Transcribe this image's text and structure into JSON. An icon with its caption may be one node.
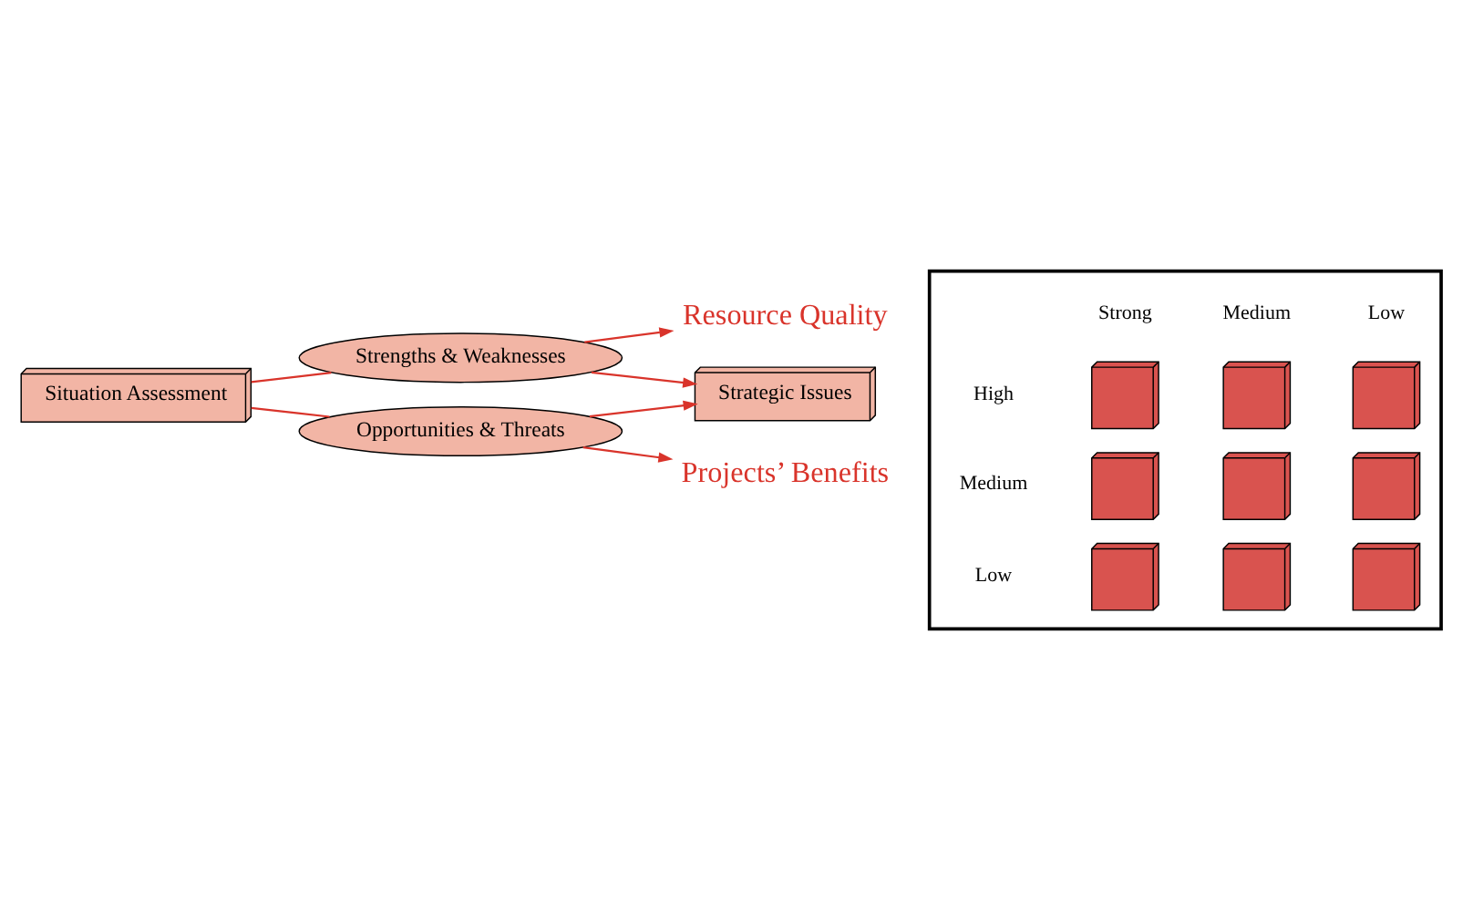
{
  "diagram": {
    "nodes": [
      {
        "text": [
          "Situation Assessment"
        ]
      },
      {
        "text": [
          "Strengths & Weaknesses"
        ]
      },
      {
        "text": [
          "Strategic Issues"
        ]
      },
      {
        "text": [
          "Opportunities & Threats"
        ]
      },
      {
        "text": [
          "Resource Quality"
        ]
      },
      {
        "text": [
          "Projects’ Benefits"
        ]
      },
      {
        "text": [],
        "shape": "box"
      },
      {
        "text": [],
        "shape": "box",
        "in": 6
      },
      {
        "text": [],
        "shape": "box",
        "in": 6
      },
      {
        "text": [],
        "shape": "box",
        "in": 6
      },
      {
        "text": [],
        "shape": "box",
        "in": 6
      },
      {
        "text": [],
        "shape": "box",
        "in": 6
      },
      {
        "text": [],
        "shape": "box",
        "in": 6
      },
      {
        "text": [],
        "shape": "box",
        "in": 6
      },
      {
        "text": [],
        "shape": "box",
        "in": 6
      },
      {
        "text": [],
        "shape": "box",
        "in": 6
      }
    ],
    "edges": [
      {
        "from": 0,
        "to": 1,
        "arrow": "none"
      },
      {
        "from": 0,
        "to": 3,
        "arrow": "none"
      },
      {
        "from": 1,
        "to": 2,
        "arrow": "to"
      },
      {
        "from": 3,
        "to": 2,
        "arrow": "to"
      },
      {
        "from": 1,
        "to": 4,
        "arrow": "to"
      },
      {
        "from": 3,
        "to": 5,
        "arrow": "to"
      }
    ],
    "labels": [
      "Strong",
      "Medium",
      "Low",
      "High",
      "Medium",
      "Low"
    ]
  }
}
